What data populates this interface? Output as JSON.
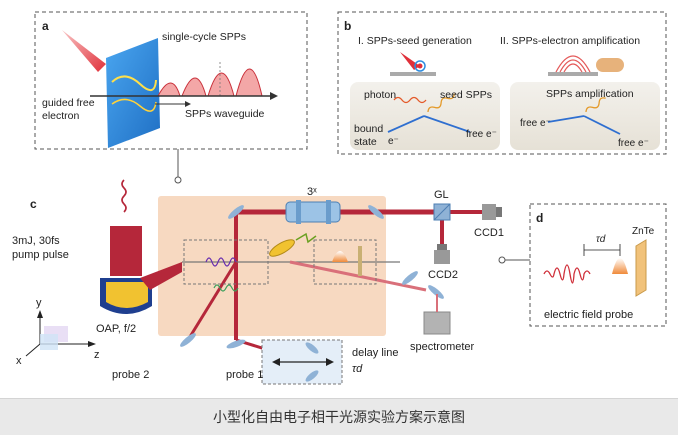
{
  "panel_a": {
    "label": "a",
    "single_cycle": "single-cycle SPPs",
    "guided_line1": "guided free",
    "guided_line2": "electron",
    "waveguide": "SPPs waveguide"
  },
  "panel_b": {
    "label": "b",
    "stage1": "I. SPPs-seed generation",
    "stage2": "II. SPPs-electron amplification",
    "photon": "photon",
    "seed": "seed SPPs",
    "bound1": "bound",
    "bound2": "state",
    "e_minus": "e⁻",
    "free_e": "free e⁻",
    "amp": "SPPs amplification",
    "free_e_left": "free e⁻",
    "free_e_right": "free e⁻"
  },
  "panel_c": {
    "label": "c",
    "pump_line1": "3mJ, 30fs",
    "pump_line2": "pump pulse",
    "oap": "OAP, f/2",
    "three_x": "3ˣ",
    "gl": "GL",
    "ccd1": "CCD1",
    "ccd2": "CCD2",
    "spectrometer": "spectrometer",
    "delay_line": "delay line",
    "tau_d": "τd",
    "probe1": "probe 1",
    "probe2": "probe 2",
    "axis_y": "y",
    "axis_x": "x",
    "axis_z": "z"
  },
  "panel_d": {
    "label": "d",
    "tau_d": "τd",
    "znte": "ZnTe",
    "efield": "electric field probe"
  },
  "caption": "小型化自由电子相干光源实验方案示意图",
  "colors": {
    "beam": "#b5273a",
    "beam_light": "#d9707a",
    "table": "#f7d9c1",
    "waveguide": "#2f8de0",
    "mirror": "#8fb2d6",
    "oap": "#f1c230",
    "box": "#999999",
    "caption_bar": "#e9e9e9"
  }
}
